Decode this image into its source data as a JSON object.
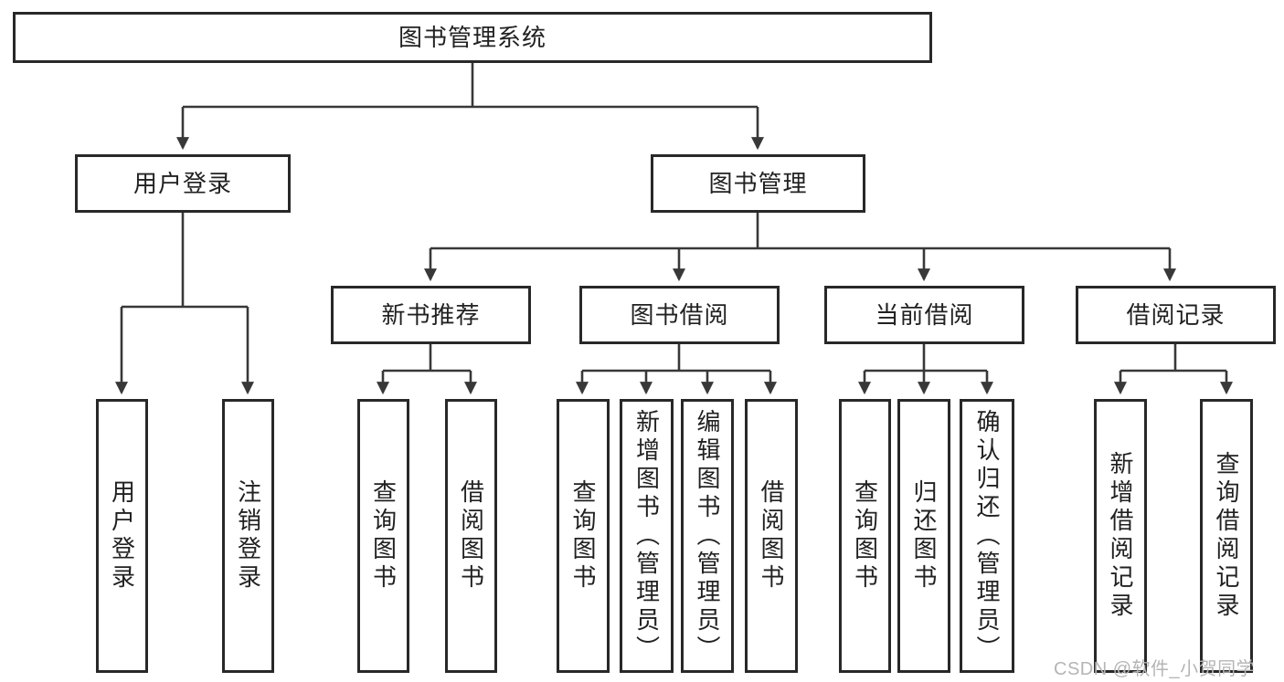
{
  "tree": {
    "label": "图书管理系统",
    "children": [
      {
        "label": "用户登录",
        "children": [
          {
            "label": "用户登录"
          },
          {
            "label": "注销登录"
          }
        ]
      },
      {
        "label": "图书管理",
        "children": [
          {
            "label": "新书推荐",
            "children": [
              {
                "label": "查询图书"
              },
              {
                "label": "借阅图书"
              }
            ]
          },
          {
            "label": "图书借阅",
            "children": [
              {
                "label": "查询图书"
              },
              {
                "label": "新增图书（管理员）"
              },
              {
                "label": "编辑图书（管理员）"
              },
              {
                "label": "借阅图书"
              }
            ]
          },
          {
            "label": "当前借阅",
            "children": [
              {
                "label": "查询图书"
              },
              {
                "label": "归还图书"
              },
              {
                "label": "确认归还（管理员）"
              }
            ]
          },
          {
            "label": "借阅记录",
            "children": [
              {
                "label": "新增借阅记录"
              },
              {
                "label": "查询借阅记录"
              }
            ]
          }
        ]
      }
    ]
  },
  "watermark": {
    "text": "CSDN @软件_小贺同学"
  },
  "colors": {
    "line": "#383838",
    "border": "#282828",
    "text": "#212121",
    "background": "#ffffff",
    "watermark": "#b5b5b5"
  }
}
